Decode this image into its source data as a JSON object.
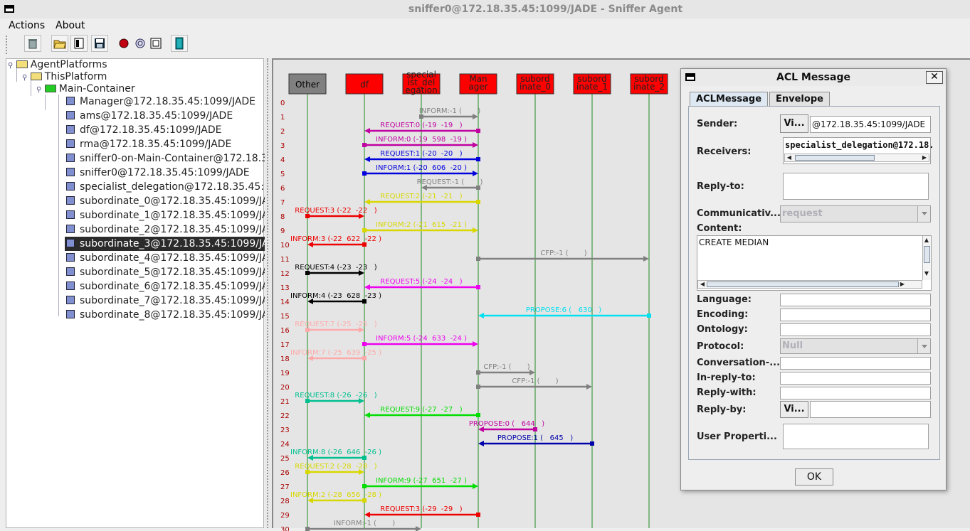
{
  "window": {
    "title": "sniffer0@172.18.35.45:1099/JADE - Sniffer Agent"
  },
  "menu": [
    "Actions",
    "About"
  ],
  "toolbar": [
    {
      "icon": "trash-icon"
    },
    {
      "icon": "open-folder-icon"
    },
    {
      "icon": "document-icon"
    },
    {
      "icon": "save-icon"
    },
    {
      "icon": "record-icon"
    },
    {
      "icon": "spiral-icon"
    },
    {
      "icon": "frame-icon"
    },
    {
      "icon": "exit-door-icon"
    }
  ],
  "tree": {
    "root": "AgentPlatforms",
    "platform": "ThisPlatform",
    "container": "Main-Container",
    "agents": [
      "Manager@172.18.35.45:1099/JADE",
      "ams@172.18.35.45:1099/JADE",
      "df@172.18.35.45:1099/JADE",
      "rma@172.18.35.45:1099/JADE",
      "sniffer0-on-Main-Container@172.18.3",
      "sniffer0@172.18.35.45:1099/JADE",
      "specialist_delegation@172.18.35.45:",
      "subordinate_0@172.18.35.45:1099/JA",
      "subordinate_1@172.18.35.45:1099/JA",
      "subordinate_2@172.18.35.45:1099/JA",
      "subordinate_3@172.18.35.45:1099/JA",
      "subordinate_4@172.18.35.45:1099/JA",
      "subordinate_5@172.18.35.45:1099/JA",
      "subordinate_6@172.18.35.45:1099/JA",
      "subordinate_7@172.18.35.45:1099/JA",
      "subordinate_8@172.18.35.45:1099/JA"
    ],
    "selected_index": 10
  },
  "sniffer": {
    "agents": [
      {
        "l1": "Other",
        "l2": "",
        "gray": true
      },
      {
        "l1": "df",
        "l2": "",
        "gray": false
      },
      {
        "l1": "special",
        "l2": "ist_del",
        "l3": "egation",
        "gray": false
      },
      {
        "l1": "Man",
        "l2": "ager",
        "gray": false
      },
      {
        "l1": "subord",
        "l2": "inate_0",
        "gray": false
      },
      {
        "l1": "subord",
        "l2": "inate_1",
        "gray": false
      },
      {
        "l1": "subord",
        "l2": "inate_2",
        "gray": false
      }
    ],
    "row_numbers": [
      "0",
      "1",
      "2",
      "3",
      "4",
      "5",
      "6",
      "7",
      "8",
      "9",
      "10",
      "11",
      "12",
      "13",
      "14",
      "15",
      "16",
      "17",
      "18",
      "19",
      "20",
      "21",
      "22",
      "23",
      "24",
      "25",
      "26",
      "27",
      "28",
      "29",
      "30"
    ],
    "messages": [
      {
        "row": 1,
        "from": 2,
        "to": 3,
        "label": "INFORM:-1 (       )",
        "color": "#808080"
      },
      {
        "row": 2,
        "from": 3,
        "to": 1,
        "label": "REQUEST:0 (-19  -19   )",
        "color": "#c000a0"
      },
      {
        "row": 3,
        "from": 1,
        "to": 3,
        "label": "INFORM:0 (-19  598  -19 )",
        "color": "#c000a0"
      },
      {
        "row": 4,
        "from": 3,
        "to": 1,
        "label": "REQUEST:1 (-20  -20   )",
        "color": "#0000dd"
      },
      {
        "row": 5,
        "from": 1,
        "to": 3,
        "label": "INFORM:1 (-20  606  -20 )",
        "color": "#0000dd"
      },
      {
        "row": 6,
        "from": 3,
        "to": 2,
        "label": "REQUEST:-1 (       )",
        "color": "#808080"
      },
      {
        "row": 7,
        "from": 3,
        "to": 1,
        "label": "REQUEST:2 (-21  -21   )",
        "color": "#d8d800"
      },
      {
        "row": 8,
        "from": 0,
        "to": 1,
        "label": "REQUEST:3 (-22  -22   )",
        "color": "#ee0000"
      },
      {
        "row": 9,
        "from": 1,
        "to": 3,
        "label": "INFORM:2 (-21  615  -21 )",
        "color": "#d8d800"
      },
      {
        "row": 10,
        "from": 1,
        "to": 0,
        "label": "INFORM:3 (-22  622  -22 )",
        "color": "#ee0000"
      },
      {
        "row": 11,
        "from": 3,
        "to": 6,
        "label": "CFP:-1 (       )",
        "color": "#808080"
      },
      {
        "row": 12,
        "from": 0,
        "to": 1,
        "label": "REQUEST:4 (-23  -23   )",
        "color": "#000000"
      },
      {
        "row": 13,
        "from": 3,
        "to": 1,
        "label": "REQUEST:5 (-24  -24   )",
        "color": "#ee00ee"
      },
      {
        "row": 14,
        "from": 1,
        "to": 0,
        "label": "INFORM:4 (-23  628  -23 )",
        "color": "#000000"
      },
      {
        "row": 15,
        "from": 6,
        "to": 3,
        "label": "PROPOSE:6 (   630   )",
        "color": "#00e0f0"
      },
      {
        "row": 16,
        "from": 0,
        "to": 1,
        "label": "REQUEST:7 (-25  -25   )",
        "color": "#ffaaaa"
      },
      {
        "row": 17,
        "from": 1,
        "to": 3,
        "label": "INFORM:5 (-24  633  -24 )",
        "color": "#ee00ee"
      },
      {
        "row": 18,
        "from": 1,
        "to": 0,
        "label": "INFORM:7 (-25  639  -25 )",
        "color": "#ffaaaa"
      },
      {
        "row": 19,
        "from": 3,
        "to": 4,
        "label": "CFP:-1 (       )",
        "color": "#808080"
      },
      {
        "row": 20,
        "from": 3,
        "to": 5,
        "label": "CFP:-1 (       )",
        "color": "#808080"
      },
      {
        "row": 21,
        "from": 0,
        "to": 1,
        "label": "REQUEST:8 (-26  -26   )",
        "color": "#00c090"
      },
      {
        "row": 22,
        "from": 3,
        "to": 1,
        "label": "REQUEST:9 (-27  -27   )",
        "color": "#00dd00"
      },
      {
        "row": 23,
        "from": 4,
        "to": 3,
        "label": "PROPOSE:0 (   644   )",
        "color": "#c000a0"
      },
      {
        "row": 24,
        "from": 5,
        "to": 3,
        "label": "PROPOSE:1 (   645   )",
        "color": "#0000aa"
      },
      {
        "row": 25,
        "from": 1,
        "to": 0,
        "label": "INFORM:8 (-26  646  -26 )",
        "color": "#00c090"
      },
      {
        "row": 26,
        "from": 0,
        "to": 1,
        "label": "REQUEST:2 (-28  -28   )",
        "color": "#d8d800"
      },
      {
        "row": 27,
        "from": 1,
        "to": 3,
        "label": "INFORM:9 (-27  651  -27 )",
        "color": "#00dd00"
      },
      {
        "row": 28,
        "from": 1,
        "to": 0,
        "label": "INFORM:2 (-28  656  -28 )",
        "color": "#d8d800"
      },
      {
        "row": 29,
        "from": 3,
        "to": 1,
        "label": "REQUEST:3 (-29  -29   )",
        "color": "#ee0000"
      },
      {
        "row": 30,
        "from": 0,
        "to": 2,
        "label": "INFORM:-1 (       )",
        "color": "#808080"
      }
    ]
  },
  "acl": {
    "title": "ACL Message",
    "close_label": "✕",
    "tabs": [
      "ACLMessage",
      "Envelope"
    ],
    "sender_label": "Sender:",
    "view_button": "Vi...",
    "sender_value": "@172.18.35.45:1099/JADE",
    "receivers_label": "Receivers:",
    "receivers_value": "specialist_delegation@172.18.",
    "replyto_label": "Reply-to:",
    "performative_label": "Communicativ...",
    "performative_value": "request",
    "content_label": "Content:",
    "content_value": "CREATE MEDIAN",
    "language_label": "Language:",
    "encoding_label": "Encoding:",
    "ontology_label": "Ontology:",
    "protocol_label": "Protocol:",
    "protocol_value": "Null",
    "conversation_label": "Conversation-...",
    "inreplyto_label": "In-reply-to:",
    "replywith_label": "Reply-with:",
    "replyby_label": "Reply-by:",
    "userprops_label": "User Properti...",
    "ok_label": "OK"
  }
}
